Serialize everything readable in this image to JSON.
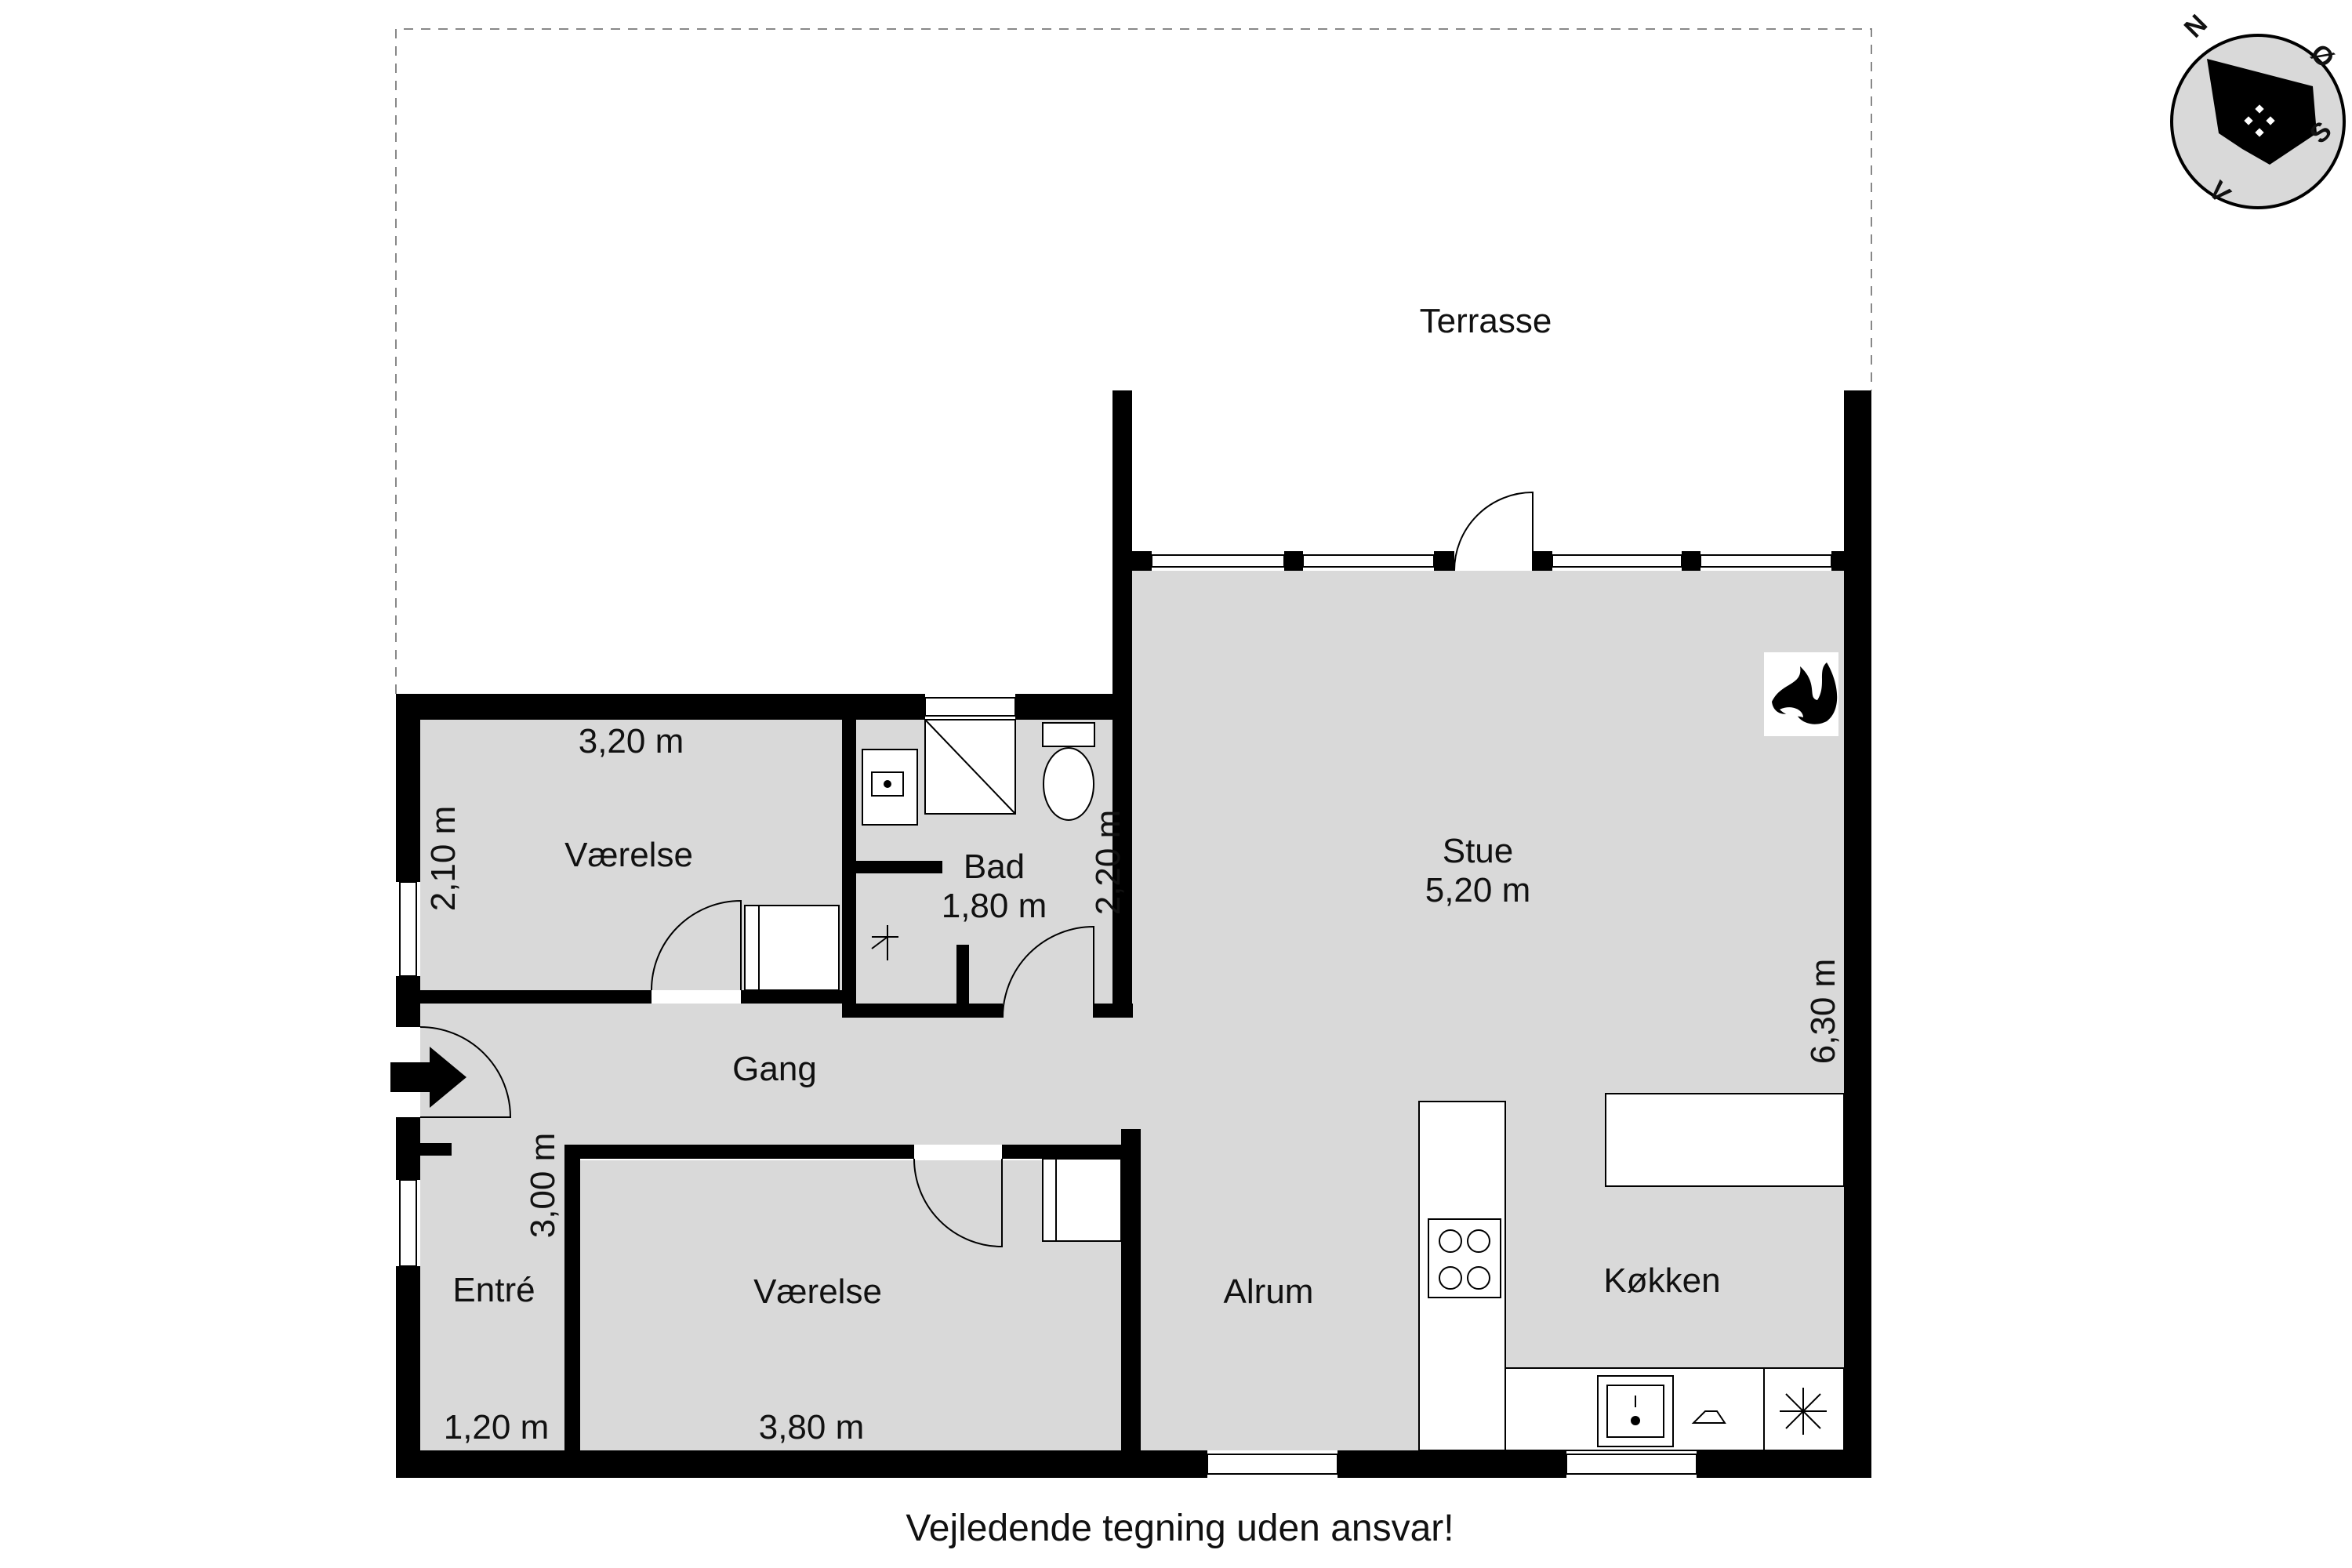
{
  "rooms": {
    "terrasse": "Terrasse",
    "stue": "Stue",
    "stue_dim": "5,20 m",
    "stue_dim_v": "6,30 m",
    "vaerelse_top": "Værelse",
    "vaerelse_top_dim_h": "3,20 m",
    "vaerelse_top_dim_v": "2,10 m",
    "bad": "Bad",
    "bad_dim_h": "1,80 m",
    "bad_dim_v": "2,20 m",
    "gang": "Gang",
    "entre": "Entré",
    "entre_dim_h": "1,20 m",
    "entre_dim_v": "3,00 m",
    "vaerelse_bottom": "Værelse",
    "vaerelse_bottom_dim_h": "3,80 m",
    "alrum": "Alrum",
    "koekken": "Køkken"
  },
  "footer": {
    "disclaimer": "Vejledende tegning uden ansvar!"
  },
  "compass": {
    "north": "N",
    "east": "Ø",
    "south": "S",
    "west": "V"
  },
  "colors": {
    "floor": "#d9d9d9",
    "wall": "#000000",
    "window": "#ffffff"
  },
  "icons": [
    "fireplace-icon",
    "stove-icon",
    "sink-icon",
    "faucet-icon",
    "fridge-freezer-icon",
    "shower-icon",
    "toilet-icon",
    "washbasin-icon",
    "entrance-arrow-icon",
    "compass-icon"
  ]
}
